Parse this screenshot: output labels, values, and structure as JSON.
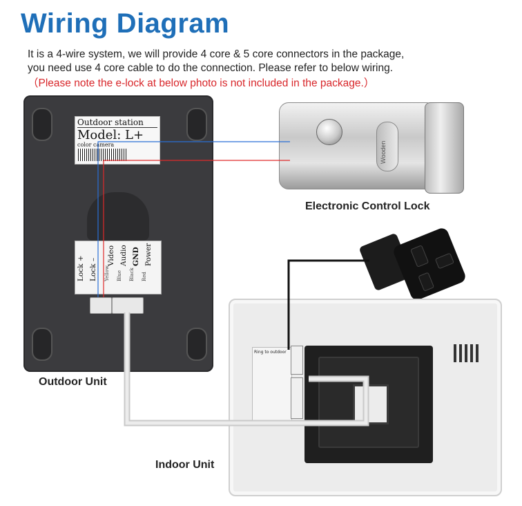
{
  "header": {
    "title": "Wiring Diagram",
    "line1": "It is a 4-wire system, we will provide 4 core & 5 core connectors in the package,",
    "line2": "you need use 4 core cable to do the connection. Please refer to below wiring.",
    "line3": "（Please note the e-lock at below photo is not included in the package.）"
  },
  "outdoor_unit": {
    "caption": "Outdoor Unit",
    "label_line1": "Outdoor station",
    "label_line2": "Model: L+",
    "label_line3": "color camera",
    "terminals": [
      {
        "name": "Lock +",
        "color": ""
      },
      {
        "name": "Lock –",
        "color": ""
      },
      {
        "name": "Video",
        "color": "Yellow"
      },
      {
        "name": "Audio",
        "color": "Blue"
      },
      {
        "name": "GND",
        "color": "Black"
      },
      {
        "name": "Power",
        "color": "Red"
      }
    ]
  },
  "lock": {
    "caption": "Electronic Control Lock",
    "brand": "Wooden"
  },
  "indoor_unit": {
    "caption": "Indoor Unit",
    "label_text": "Ring to outdoor"
  },
  "colors": {
    "title": "#1f6fb8",
    "note": "#d8262a",
    "wire_blue": "#2a6fd6",
    "wire_red": "#e02a2a",
    "cable_grey": "#c9c9c9",
    "adapter_cable": "#111111"
  }
}
